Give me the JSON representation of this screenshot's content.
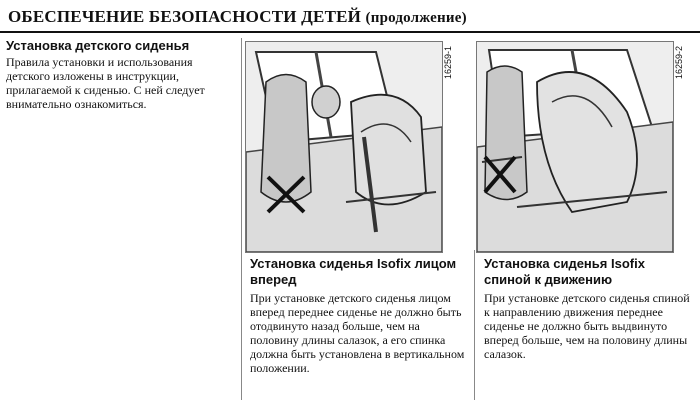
{
  "header": {
    "title": "ОБЕСПЕЧЕНИЕ БЕЗОПАСНОСТИ ДЕТЕЙ",
    "continuation": "(продолжение)"
  },
  "intro": {
    "heading": "Установка детского сиденья",
    "body": "Правила установки и использования детского изложены в инструкции, прилагаемой к сиденью. С ней следует внимательно ознакомиться."
  },
  "figures": [
    {
      "code": "16259-1",
      "caption_title": "Установка сиденья Isofix лицом вперед",
      "caption_body": "При установке детского сиденья лицом вперед переднее сиденье не должно быть отодвинуто назад больше, чем на половину длины салазок, а его спинка должна быть установлена в вертикальном положении."
    },
    {
      "code": "16259-2",
      "caption_title": "Установка сиденья Isofix спиной к движению",
      "caption_body": "При установке детского сиденья спиной к направлению движения переднее сиденье не должно быть выдвинуто вперед больше, чем на половину длины салазок."
    }
  ]
}
